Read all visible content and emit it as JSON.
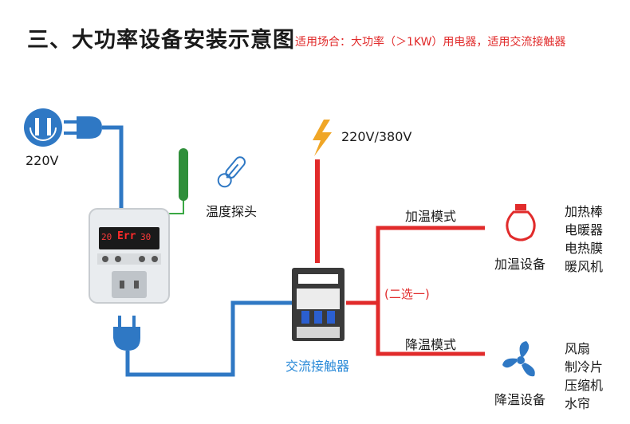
{
  "header": {
    "title": "三、大功率设备安装示意图",
    "subtitle": "适用场合：大功率（＞1KW）用电器，适用交流接触器"
  },
  "power_in": {
    "voltage_label": "220V"
  },
  "power_high": {
    "voltage_label": "220V/380V"
  },
  "sensor": {
    "label": "温度探头"
  },
  "controller": {
    "display_left": "20",
    "display_mid": "Err",
    "display_right": "30"
  },
  "contactor": {
    "label": "交流接触器"
  },
  "switch_note": "(二选一)",
  "heating": {
    "mode_label": "加温模式",
    "device_label": "加温设备",
    "items": [
      "加热棒",
      "电暖器",
      "电热膜",
      "暖风机"
    ]
  },
  "cooling": {
    "mode_label": "降温模式",
    "device_label": "降温设备",
    "items": [
      "风扇",
      "制冷片",
      "压缩机",
      "水帘"
    ]
  },
  "colors": {
    "blue": "#2f78c4",
    "red": "#e12b2b",
    "green": "#3aa844",
    "title": "#1a1a1a"
  }
}
